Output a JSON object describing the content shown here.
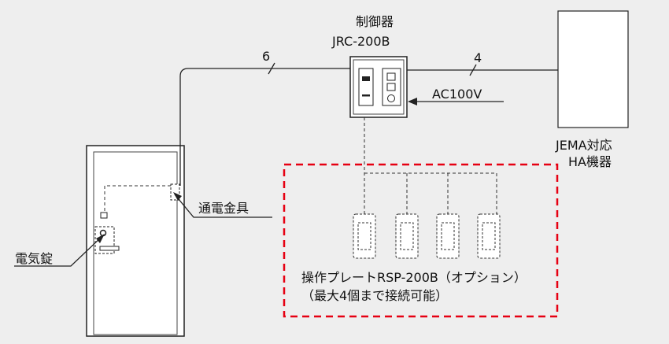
{
  "controller": {
    "title": "制御器",
    "model": "JRC-200B"
  },
  "wires": {
    "left_count": "6",
    "right_count": "4"
  },
  "power_label": "AC100V",
  "device": {
    "line1": "JEMA対応",
    "line2": "HA機器"
  },
  "hinge_label": "通電金具",
  "lock_label": "電気錠",
  "options": {
    "caption_line1": "操作プレートRSP-200B（オプション）",
    "caption_line2": "（最大4個まで接続可能）",
    "plate_count": 4,
    "highlight_color": "#e60012"
  }
}
